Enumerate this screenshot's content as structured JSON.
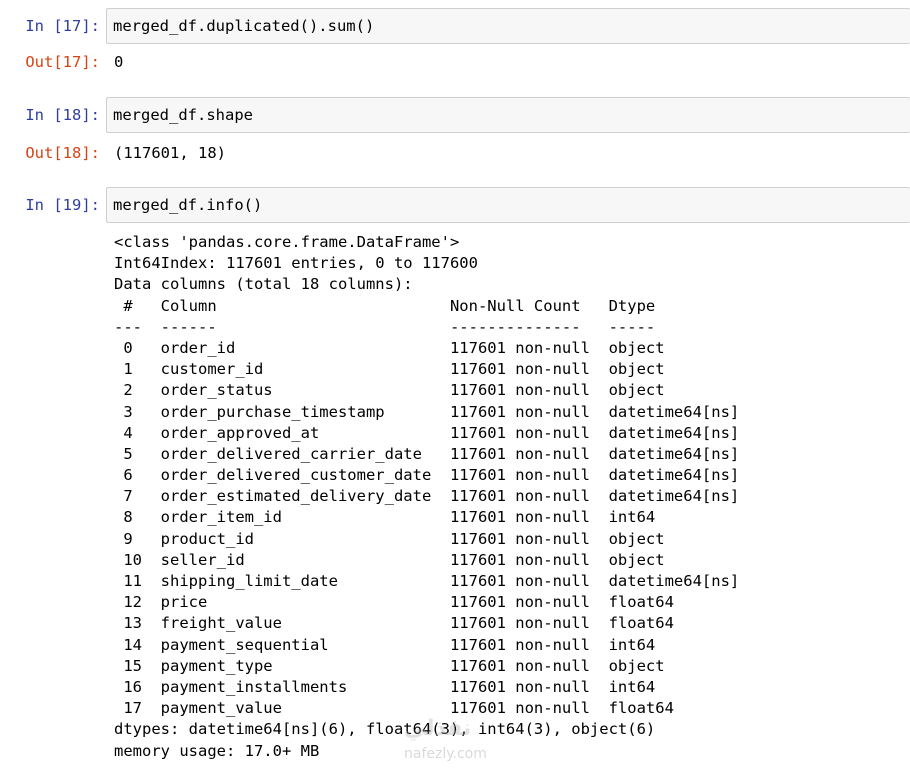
{
  "cells": [
    {
      "in_prompt": "In [17]:",
      "code": "merged_df.duplicated().sum()",
      "out_prompt": "Out[17]:",
      "output": "0"
    },
    {
      "in_prompt": "In [18]:",
      "code": "merged_df.shape",
      "out_prompt": "Out[18]:",
      "output": "(117601, 18)"
    },
    {
      "in_prompt": "In [19]:",
      "code": "merged_df.info()"
    }
  ],
  "info_output": {
    "lines": [
      "<class 'pandas.core.frame.DataFrame'>",
      "Int64Index: 117601 entries, 0 to 117600",
      "Data columns (total 18 columns):",
      " #   Column                         Non-Null Count   Dtype",
      "---  ------                         --------------   -----",
      " 0   order_id                       117601 non-null  object",
      " 1   customer_id                    117601 non-null  object",
      " 2   order_status                   117601 non-null  object",
      " 3   order_purchase_timestamp       117601 non-null  datetime64[ns]",
      " 4   order_approved_at              117601 non-null  datetime64[ns]",
      " 5   order_delivered_carrier_date   117601 non-null  datetime64[ns]",
      " 6   order_delivered_customer_date  117601 non-null  datetime64[ns]",
      " 7   order_estimated_delivery_date  117601 non-null  datetime64[ns]",
      " 8   order_item_id                  117601 non-null  int64",
      " 9   product_id                     117601 non-null  object",
      " 10  seller_id                      117601 non-null  object",
      " 11  shipping_limit_date            117601 non-null  datetime64[ns]",
      " 12  price                          117601 non-null  float64",
      " 13  freight_value                  117601 non-null  float64",
      " 14  payment_sequential             117601 non-null  int64",
      " 15  payment_type                   117601 non-null  object",
      " 16  payment_installments           117601 non-null  int64",
      " 17  payment_value                  117601 non-null  float64",
      "dtypes: datetime64[ns](6), float64(3), int64(3), object(6)",
      "memory usage: 17.0+ MB"
    ]
  },
  "watermark": {
    "arabic": "نفذلي",
    "latin": "nafezly.com"
  }
}
